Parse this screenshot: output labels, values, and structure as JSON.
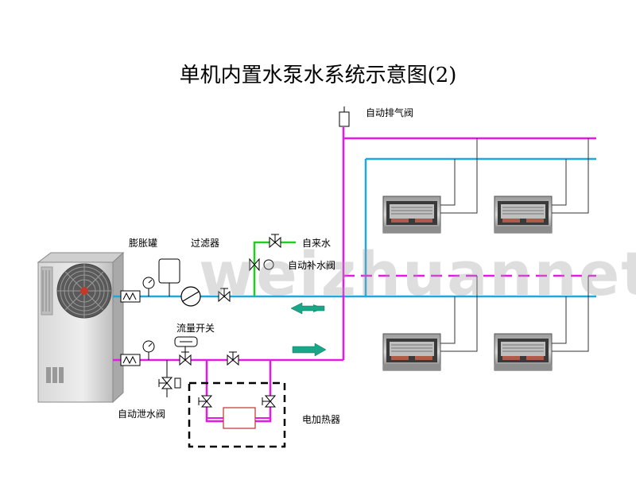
{
  "title": "单机内置水泵水系统示意图(2)",
  "labels": {
    "expansion_tank": "膨胀罐",
    "filter": "过滤器",
    "tap_water": "自来水",
    "auto_makeup_valve": "自动补水阀",
    "auto_vent_valve": "自动排气阀",
    "flow_switch": "流量开关",
    "auto_drain_valve": "自动泄水阀",
    "electric_heater": "电加热器"
  },
  "watermark": "weizhuannet.com",
  "colors": {
    "supply_pipe": "#e619e6",
    "return_pipe": "#1ea8e0",
    "makeup_pipe": "#22cc22",
    "flow_arrow": "#1aa787",
    "heater_box": "#c03030"
  },
  "icons": [
    "outdoor-unit-icon",
    "fan-coil-unit-icon",
    "pump-icon",
    "expansion-tank-icon",
    "gate-valve-icon",
    "check-valve-icon",
    "pressure-gauge-icon",
    "flow-switch-icon",
    "vent-valve-icon",
    "soft-joint-icon",
    "flow-arrow-icon"
  ]
}
